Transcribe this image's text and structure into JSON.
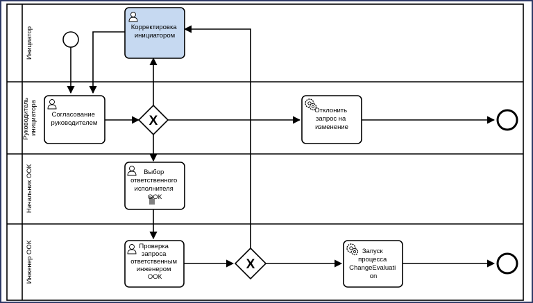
{
  "lanes": [
    {
      "id": "initiator",
      "label": "Инициатор"
    },
    {
      "id": "manager",
      "label_lines": [
        "Руководитель",
        "инициатора"
      ]
    },
    {
      "id": "ook_head",
      "label": "Начальник ООК"
    },
    {
      "id": "ook_engineer",
      "label": "Инженер ООК"
    }
  ],
  "tasks": {
    "correct": {
      "lines": [
        "Корректировка",
        "инициатором"
      ],
      "type": "user",
      "fill": "#c6d9f1"
    },
    "approve": {
      "lines": [
        "Согласование",
        "руководителем"
      ],
      "type": "user",
      "fill": "#ffffff"
    },
    "reject": {
      "lines": [
        "Отклонить",
        "запрос на",
        "изменение"
      ],
      "type": "service",
      "fill": "#ffffff"
    },
    "choose": {
      "lines": [
        "Выбор",
        "ответственного",
        "исполнителя",
        "ООК"
      ],
      "type": "user",
      "fill": "#ffffff"
    },
    "check": {
      "lines": [
        "Проверка",
        "запроса",
        "ответственным",
        "инженером",
        "ООК"
      ],
      "type": "user",
      "fill": "#ffffff"
    },
    "launch": {
      "lines": [
        "Запуск",
        "процесса",
        "ChangeEvaluati",
        "on"
      ],
      "type": "service",
      "fill": "#ffffff"
    }
  },
  "gateways": {
    "g1": {
      "marker": "X"
    },
    "g2": {
      "marker": "X"
    }
  },
  "colors": {
    "frame": "#2f3a66",
    "lane_border": "#000000",
    "task_highlight": "#c6d9f1"
  }
}
